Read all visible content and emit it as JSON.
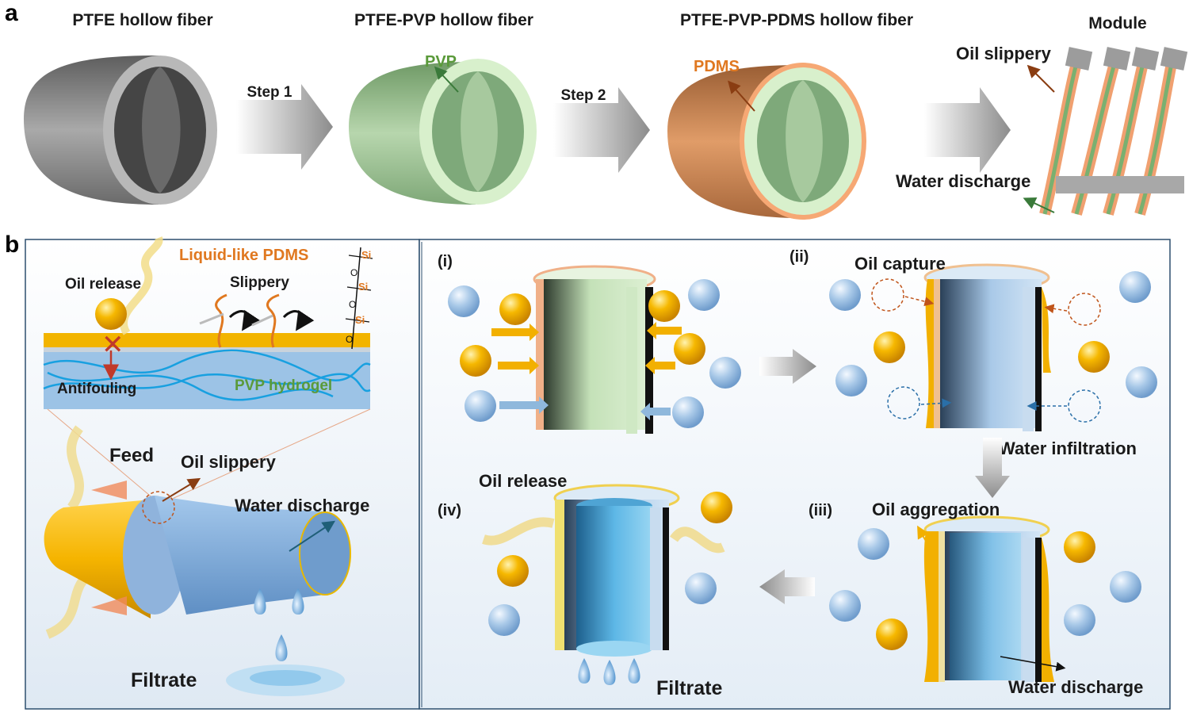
{
  "panel_a": {
    "letter": "a",
    "fiber_titles": [
      "PTFE hollow fiber",
      "PTFE-PVP hollow fiber",
      "PTFE-PVP-PDMS hollow fiber",
      "Module"
    ],
    "steps": [
      "Step 1",
      "Step 2"
    ],
    "pvp_label": "PVP",
    "pdms_label": "PDMS",
    "oil_slippery": "Oil slippery",
    "water_discharge": "Water  discharge"
  },
  "panel_b": {
    "letter": "b",
    "left": {
      "liquid_like_pdms": "Liquid-like PDMS",
      "oil_release": "Oil release",
      "slippery": "Slippery",
      "antifouling": "Antifouling",
      "pvp_hydrogel": "PVP hydrogel",
      "feed": "Feed",
      "oil_slippery": "Oil slippery",
      "water_discharge": "Water discharge",
      "filtrate": "Filtrate",
      "si": "Si",
      "o": "O"
    },
    "right": {
      "stage_i": "(i)",
      "stage_ii": "(ii)",
      "stage_iii": "(iii)",
      "stage_iv": "(iv)",
      "oil_capture": "Oil capture",
      "water_infiltration": "Water infiltration",
      "oil_aggregation": "Oil aggregation",
      "oil_release": "Oil release",
      "water_discharge": "Water discharge",
      "filtrate": "Filtrate"
    }
  },
  "colors": {
    "ptfe": "#7a7a7a",
    "pvp": "#bcdcb2",
    "pdms": "#d98a52",
    "oil": "#f2b000",
    "water": "#8fb8dc",
    "panel_border": "#2d4f6e",
    "pdms_text": "#e07820",
    "pvp_text": "#5a9a3a"
  }
}
